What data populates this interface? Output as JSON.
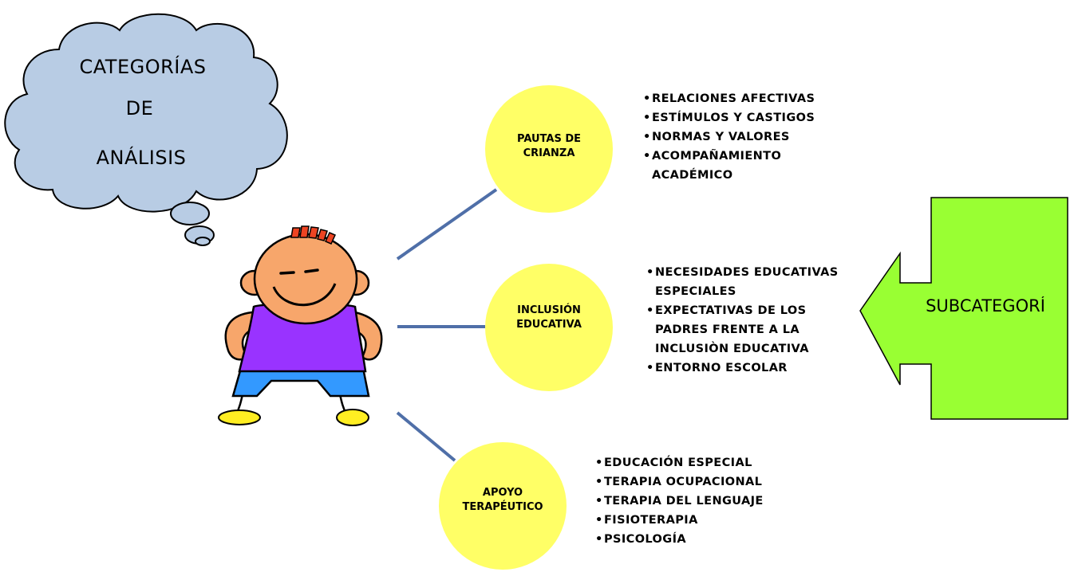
{
  "cloud": {
    "lines": [
      "CATEGORÍAS",
      "DE",
      "ANÁLISIS"
    ]
  },
  "categories": [
    {
      "label_lines": [
        "PAUTAS DE",
        "CRIANZA"
      ],
      "items": [
        [
          "RELACIONES AFECTIVAS"
        ],
        [
          "ESTÍMULOS Y CASTIGOS"
        ],
        [
          "NORMAS Y VALORES"
        ],
        [
          "ACOMPAÑAMIENTO",
          "ACADÉMICO"
        ]
      ]
    },
    {
      "label_lines": [
        "INCLUSIÓN",
        "EDUCATIVA"
      ],
      "items": [
        [
          "NECESIDADES EDUCATIVAS",
          "ESPECIALES"
        ],
        [
          "EXPECTATIVAS DE LOS",
          "PADRES FRENTE A LA",
          "INCLUSIÒN EDUCATIVA"
        ],
        [
          "ENTORNO ESCOLAR"
        ]
      ]
    },
    {
      "label_lines": [
        "APOYO",
        "TERAPÉUTICO"
      ],
      "items": [
        [
          "EDUCACIÓN ESPECIAL"
        ],
        [
          "TERAPIA OCUPACIONAL"
        ],
        [
          "TERAPIA DEL LENGUAJE"
        ],
        [
          "FISIOTERAPIA"
        ],
        [
          "PSICOLOGÍA"
        ]
      ]
    }
  ],
  "arrow": {
    "label": "SUBCATEGORÍ"
  },
  "colors": {
    "cloud_fill": "#b8cce4",
    "circle_fill": "#ffff66",
    "arrow_fill": "#99ff33",
    "connector": "#4f6fa8",
    "shirt": "#9933ff",
    "shorts": "#3399ff",
    "skin": "#f7a66b",
    "hair": "#ee4422",
    "shoes": "#ffee22"
  },
  "icons": {
    "child": "cartoon-child-illustration",
    "thought": "thought-cloud"
  }
}
